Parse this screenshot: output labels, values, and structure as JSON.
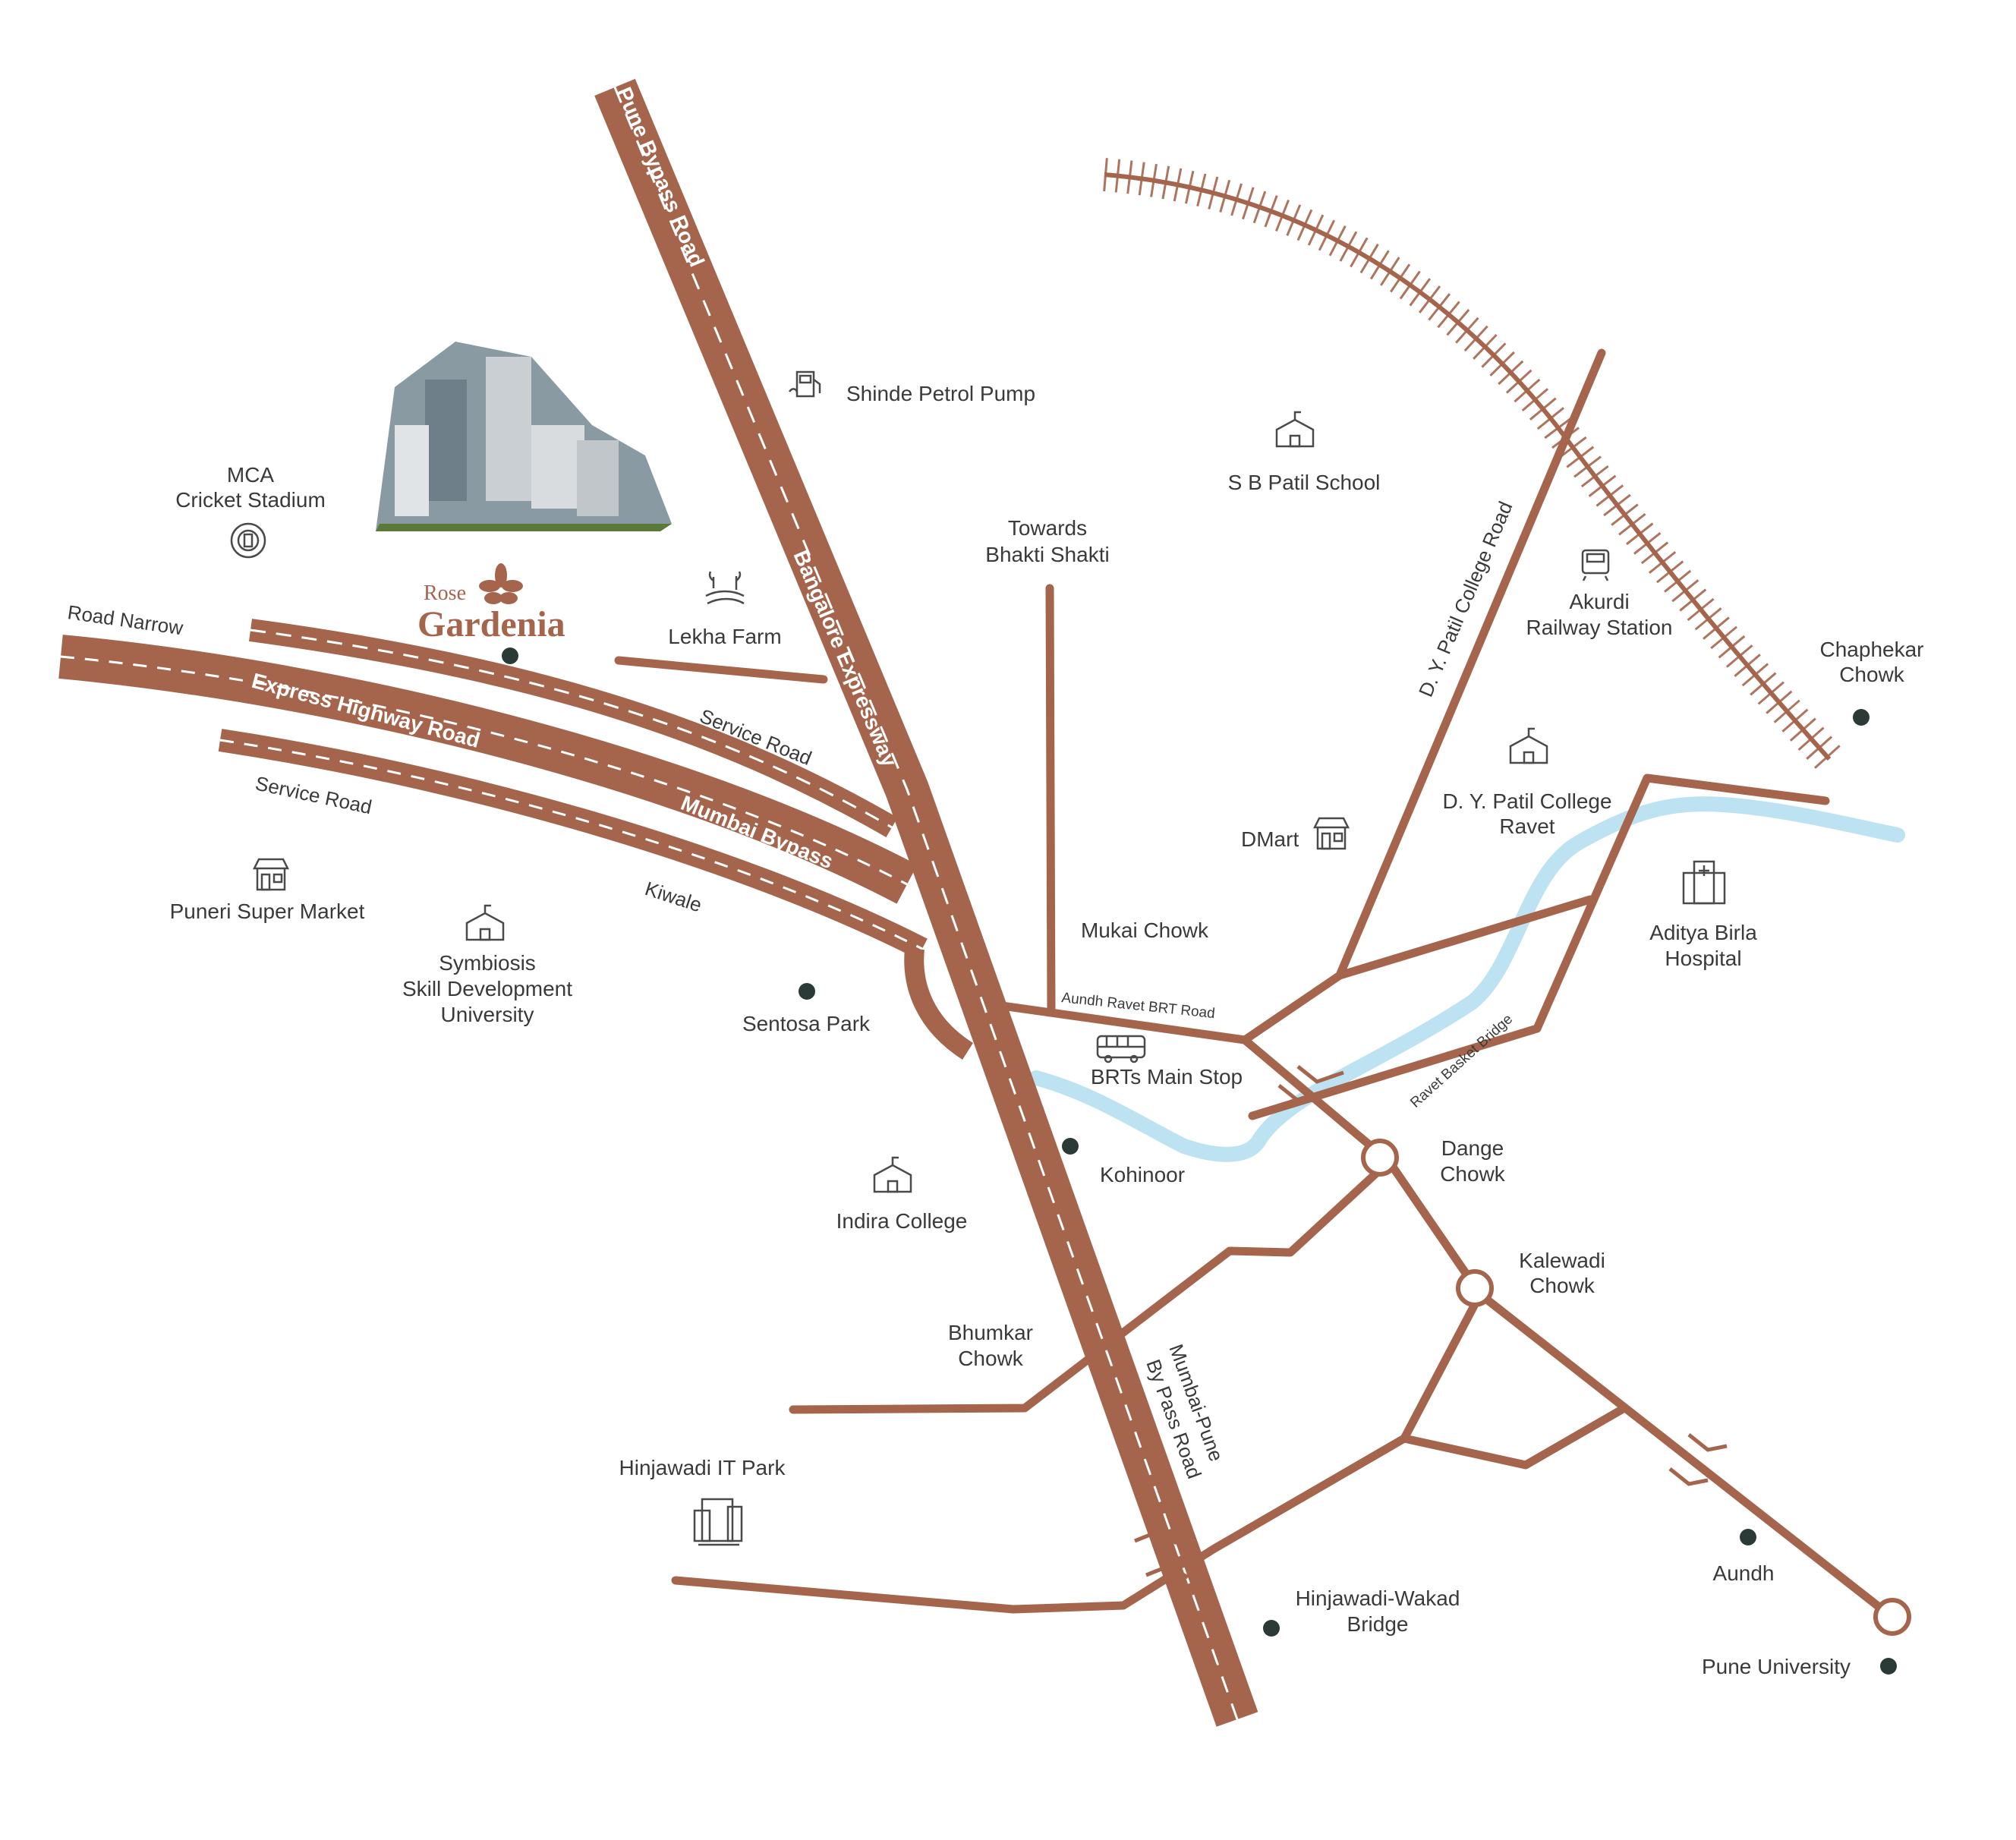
{
  "colors": {
    "road": "#a5654d",
    "river": "#bde3f2",
    "dot": "#2b3a36",
    "text": "#3a3a3a",
    "background": "#ffffff"
  },
  "brand": {
    "line1": "Rose",
    "line2": "Gardenia"
  },
  "roads": {
    "pune_bypass": "Pune Bypass Road",
    "bangalore_exp": "Bangalore Expressway",
    "mumbai_pune_1": "Mumbai-Pune",
    "mumbai_pune_2": "By Pass Road",
    "road_narrow": "Road Narrow",
    "express_highway": "Express Highway Road",
    "mumbai_bypass": "Mumbai Bypass",
    "service_road_upper": "Service Road",
    "service_road_lower": "Service Road",
    "kiwale": "Kiwale",
    "dy_patil_road": "D. Y. Patil College Road",
    "aundh_ravet_brt": "Aundh Ravet BRT Road",
    "ravet_basket_bridge": "Ravet Basket Bridge"
  },
  "places": {
    "shinde_petrol": "Shinde Petrol Pump",
    "mca_1": "MCA",
    "mca_2": "Cricket Stadium",
    "lekha_farm": "Lekha Farm",
    "towards_1": "Towards",
    "towards_2": "Bhakti Shakti",
    "sb_patil": "S B Patil School",
    "akurdi_1": "Akurdi",
    "akurdi_2": "Railway Station",
    "chaphekar_1": "Chaphekar",
    "chaphekar_2": "Chowk",
    "dy_ravet_1": "D. Y. Patil College",
    "dy_ravet_2": "Ravet",
    "dmart": "DMart",
    "aditya_1": "Aditya Birla",
    "aditya_2": "Hospital",
    "puneri": "Puneri Super Market",
    "symbiosis_1": "Symbiosis",
    "symbiosis_2": "Skill Development",
    "symbiosis_3": "University",
    "mukai": "Mukai Chowk",
    "sentosa": "Sentosa Park",
    "brts": "BRTs Main Stop",
    "kohinoor": "Kohinoor",
    "indira": "Indira College",
    "dange_1": "Dange",
    "dange_2": "Chowk",
    "kalewadi_1": "Kalewadi",
    "kalewadi_2": "Chowk",
    "bhumkar_1": "Bhumkar",
    "bhumkar_2": "Chowk",
    "hinjawadi_it": "Hinjawadi IT Park",
    "hw_bridge_1": "Hinjawadi-Wakad",
    "hw_bridge_2": "Bridge",
    "aundh": "Aundh",
    "pune_univ": "Pune University"
  },
  "icons": {
    "petrol": "petrol-pump-icon",
    "stadium": "stadium-icon",
    "farm": "farm-icon",
    "school": "school-icon",
    "train": "train-icon",
    "store": "store-icon",
    "hospital": "hospital-icon",
    "bus": "bus-icon",
    "office": "office-building-icon",
    "flower": "flower-logo-icon"
  }
}
